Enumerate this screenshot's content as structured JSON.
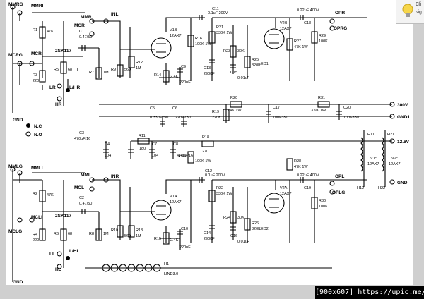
{
  "hint": {
    "title": "Cli",
    "line2": "sig"
  },
  "footer": {
    "text": "[900x607] https://upic.me/"
  },
  "legend": {
    "nc": "N.C",
    "no": "N.O"
  },
  "nets": {
    "mmrg": "MMRG",
    "mmri": "MMRI",
    "mmr": "MMR",
    "inl": "INL",
    "mcr": "MCR",
    "mcrg": "MCRG",
    "mcri": "MCRI",
    "lr": "LR",
    "lhr": "L/HR",
    "hr": "HR",
    "opr": "OPR",
    "oprg": "OPRG",
    "mmlg": "MMLG",
    "mmli": "MMLI",
    "mml": "MML",
    "inr": "INR",
    "mcl": "MCL",
    "mclg": "MCLG",
    "mcli": "MCLI",
    "ll": "LL",
    "lhl": "L/HL",
    "hl": "HL",
    "opl": "OPL",
    "oplg": "OPLG",
    "v300": "300V",
    "gnd1": "GND1",
    "v126": "12.6V",
    "gnd": "GND"
  },
  "parts": {
    "r1": "R1",
    "r1v": "47K",
    "r2": "R2",
    "r2v": "47K",
    "r3": "R3",
    "r3v": "220",
    "r4": "R4",
    "r4v": "220",
    "r5": "R5",
    "r5v": "68",
    "r6": "R6",
    "r6v": "68",
    "r7": "R7",
    "r7v": "1M",
    "r8": "R8",
    "r8v": "1M",
    "r9": "R9",
    "r9v": "560",
    "r10": "R10",
    "r10v": "560",
    "r11": "R11",
    "r11v": "180",
    "r12": "R12",
    "r12v": "1M",
    "r13": "R13",
    "r13v": "1M",
    "r14": "R14",
    "r14v": "2.4K",
    "r15": "R15",
    "r15v": "2.4K",
    "r16": "R16",
    "r16v": "100K 1W",
    "r17": "R17",
    "r17v": "100K 1W",
    "r18": "R18",
    "r18v": "270",
    "r19": "R19",
    "r19v": "220K",
    "r20": "R20",
    "r20v": "24K 1W",
    "r21": "R21",
    "r21v": "330K 1W",
    "r22": "R22",
    "r22v": "330K 1W",
    "r23": "R23",
    "r23v": "30K",
    "r24": "R24",
    "r24v": "30K",
    "r25": "R25",
    "r25v": "820K",
    "r26": "R26",
    "r26v": "820K",
    "r27": "R27",
    "r27v": "47K 1W",
    "r28": "R28",
    "r28v": "47K 1W",
    "r29": "R29",
    "r29v": "100K",
    "r30": "R30",
    "r30v": "100K",
    "r31": "R31",
    "r31v": "3.9K 1W",
    "c1": "C1",
    "c1v": "0.47/50",
    "c2": "C2",
    "c2v": "0.47/50",
    "c3": "C3",
    "c3v": "470uF/16",
    "c4": "C4",
    "c4v": "104",
    "c5": "C5",
    "c5v": "0.33uF250",
    "c6": "C6",
    "c6v": "22uF250",
    "c7": "C7",
    "c7v": "104",
    "c8": "C8",
    "c8v": "470uF/16",
    "c9": "C9",
    "c9v": "220uF",
    "c10": "C10",
    "c10v": "220uF",
    "c11": "C11",
    "c11v": "0.1uF 200V",
    "c12": "C12",
    "c12v": "0.1uF 200V",
    "c13": "C13",
    "c13v": "2900F",
    "c14": "C14",
    "c14v": "2900F",
    "c15": "C15",
    "c15v": "0.01uF",
    "c16": "C16",
    "c16v": "0.01uF",
    "c17": "C17",
    "c17v": "10uF350",
    "c18": "C18",
    "c18v": "0.22uF 400V",
    "c19": "C19",
    "c19v": "0.22uF 400V",
    "c20": "C20",
    "c20v": "10uF350",
    "led1": "LED1",
    "led2": "LED2",
    "j1": "2SK117",
    "j2": "2SK117",
    "v1b": "V1B",
    "v1bt": "12AX7",
    "v1a": "V1A",
    "v1at": "12AX7",
    "v2b": "V2B",
    "v2bt": "12AX7",
    "v2a": "V2A",
    "v2at": "12AX7",
    "v1s": "V1*",
    "v1st": "12AX7",
    "v2s": "V2*",
    "v2st": "12AX7",
    "h11": "H11",
    "h12": "H12",
    "h21": "H21",
    "h22": "H22",
    "h1": "H1",
    "h1v": "LIND3.0"
  }
}
